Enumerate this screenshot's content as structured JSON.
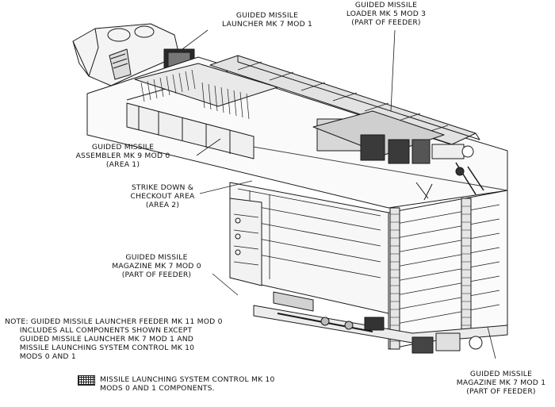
{
  "labels": {
    "launcher": "GUIDED MISSILE\nLAUNCHER MK 7 MOD 1",
    "loader": "GUIDED MISSILE\nLOADER MK 5 MOD 3\n(PART OF FEEDER)",
    "assembler": "GUIDED MISSILE\nASSEMBLER MK 9 MOD 0\n(AREA 1)",
    "strike_down": "STRIKE DOWN &\nCHECKOUT AREA\n(AREA 2)",
    "magazine_mod0": "GUIDED MISSILE\nMAGAZINE MK 7 MOD 0\n(PART OF FEEDER)",
    "magazine_mod1": "GUIDED MISSILE\nMAGAZINE MK 7 MOD 1\n(PART OF FEEDER)"
  },
  "note": "NOTE: GUIDED MISSILE LAUNCHER FEEDER MK 11 MOD 0\n      INCLUDES ALL COMPONENTS SHOWN EXCEPT\n      GUIDED MISSILE LAUNCHER MK 7 MOD 1 AND\n      MISSILE LAUNCHING SYSTEM CONTROL MK 10\n      MODS 0 AND 1",
  "legend": {
    "text": "MISSILE LAUNCHING SYSTEM CONTROL MK 10\nMODS 0 AND 1 COMPONENTS."
  }
}
